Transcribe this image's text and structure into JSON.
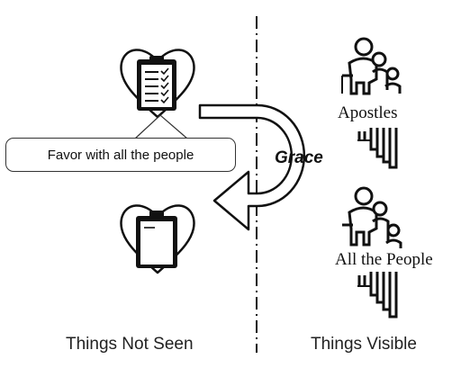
{
  "callout": {
    "text": "Favor with all the people"
  },
  "arrow": {
    "label": "Grace"
  },
  "groups": {
    "apostles": {
      "label": "Apostles",
      "icon": "people-with-stairs-icon"
    },
    "all_people": {
      "label": "All the People",
      "icon": "people-with-stairs-icon"
    }
  },
  "sections": {
    "left": "Things Not Seen",
    "right": "Things Visible"
  },
  "icons": {
    "top_left": "heart-clipboard-checklist-icon",
    "bottom_left": "heart-clipboard-empty-icon"
  },
  "colors": {
    "stroke": "#111111",
    "background": "#ffffff"
  }
}
